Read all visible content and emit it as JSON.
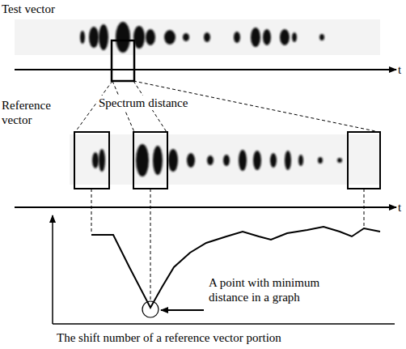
{
  "diagram": {
    "labels": [
      "Test vector",
      "t",
      "Reference vector",
      "Spectrum distance",
      "t",
      "A point with minimum distance in a graph",
      "The shift number of a reference vector portion"
    ]
  }
}
